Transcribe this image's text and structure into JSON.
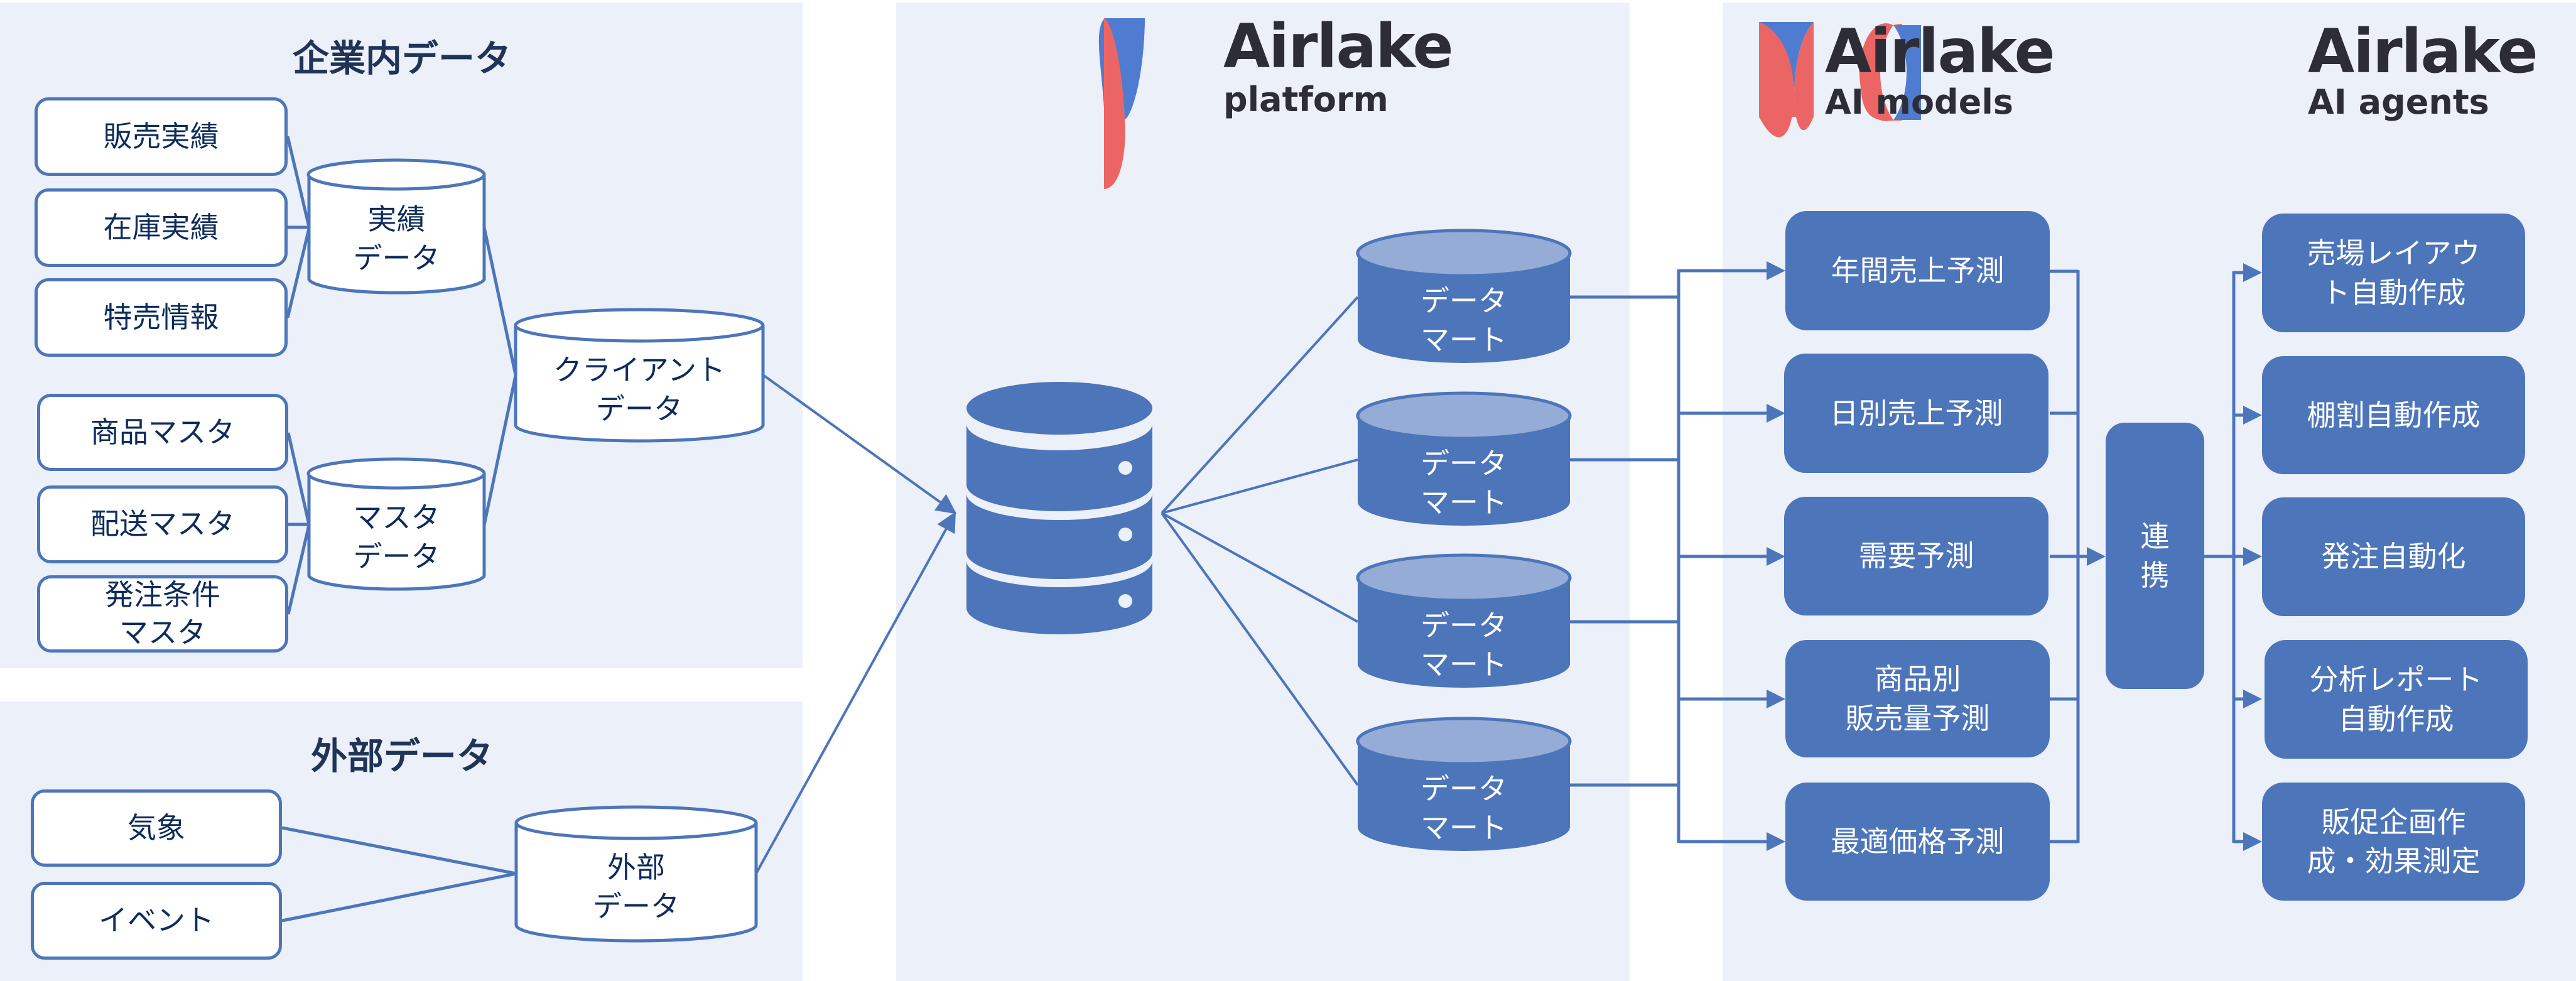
{
  "colors": {
    "panel_bg": "#ebf0f9",
    "accent_blue": "#4d75ba",
    "mart_top": "#94acd6",
    "text_navy": "#0d2c5c",
    "logo_red": "#ec6565",
    "logo_blue": "#4f7bd0"
  },
  "internal_data": {
    "title": "企業内データ",
    "sources": [
      {
        "label": "販売実績"
      },
      {
        "label": "在庫実績"
      },
      {
        "label": "特売情報"
      },
      {
        "label": "商品マスタ"
      },
      {
        "label": "配送マスタ"
      },
      {
        "label": "発注条件\nマスタ"
      }
    ],
    "performance_db": {
      "label": "実績\nデータ"
    },
    "master_db": {
      "label": "マスタ\nデータ"
    },
    "client_db": {
      "label": "クライアント\nデータ"
    }
  },
  "external_data": {
    "title": "外部データ",
    "sources": [
      {
        "label": "気象"
      },
      {
        "label": "イベント"
      }
    ],
    "external_db": {
      "label": "外部\nデータ"
    }
  },
  "platform": {
    "brand": "Airlake",
    "product": "platform",
    "icon": "database-server-icon",
    "data_marts": [
      {
        "label": "データ\nマート"
      },
      {
        "label": "データ\nマート"
      },
      {
        "label": "データ\nマート"
      },
      {
        "label": "データ\nマート"
      }
    ]
  },
  "ai_models": {
    "brand": "Airlake",
    "product": "AI models",
    "items": [
      {
        "label": "年間売上予測"
      },
      {
        "label": "日別売上予測"
      },
      {
        "label": "需要予測"
      },
      {
        "label": "商品別\n販売量予測"
      },
      {
        "label": "最適価格予測"
      }
    ]
  },
  "integration": {
    "label": "連\n携"
  },
  "ai_agents": {
    "brand": "Airlake",
    "product": "AI agents",
    "items": [
      {
        "label": "売場レイアウ\nト自動作成"
      },
      {
        "label": "棚割自動作成"
      },
      {
        "label": "発注自動化"
      },
      {
        "label": "分析レポート\n自動作成"
      },
      {
        "label": "販促企画作\n成・効果測定"
      }
    ]
  }
}
